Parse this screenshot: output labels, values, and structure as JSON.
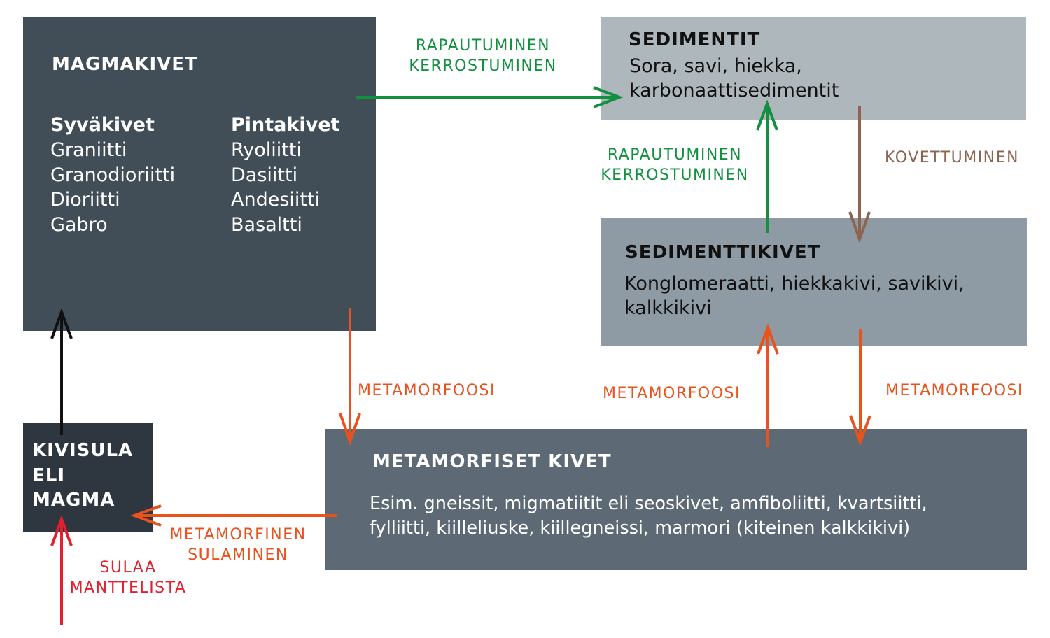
{
  "colors": {
    "green": "#119140",
    "brown": "#8c6450",
    "orange": "#e9511d",
    "red": "#e31e2d"
  },
  "magmakivet": {
    "title": "MAGMAKIVET",
    "deep": {
      "heading": "Syväkivet",
      "items": [
        "Graniitti",
        "Granodioriitti",
        "Dioriitti",
        "Gabro"
      ]
    },
    "surface": {
      "heading": "Pintakivet",
      "items": [
        "Ryoliitti",
        "Dasiitti",
        "Andesiitti",
        "Basaltti"
      ]
    }
  },
  "sedimentit": {
    "title": "SEDIMENTIT",
    "line1": "Sora, savi, hiekka,",
    "line2": "karbonaattisedimentit"
  },
  "sedimenttikivet": {
    "title": "SEDIMENTTIKIVET",
    "line1": "Konglomeraatti, hiekkakivi, savikivi,",
    "line2": "kalkkikivi"
  },
  "metamorfiset": {
    "title": "METAMORFISET KIVET",
    "line1": "Esim. gneissit, migmatiitit eli seoskivet, amfiboliitti, kvartsiitti,",
    "line2": "fylliitti, kiilleliuske, kiillegneissi, marmori (kiteinen kalkkikivi)"
  },
  "kivisula": {
    "line1": "KIVISULA",
    "line2": "ELI",
    "line3": "MAGMA"
  },
  "labels": {
    "weathering_top": [
      "RAPAUTUMINEN",
      "KERROSTUMINEN"
    ],
    "weathering_mid": [
      "RAPAUTUMINEN",
      "KERROSTUMINEN"
    ],
    "hardening": "KOVETTUMINEN",
    "meta_left": "METAMORFOOSI",
    "meta_mid": "METAMORFOOSI",
    "meta_right": "METAMORFOOSI",
    "melting": [
      "METAMORFINEN",
      "SULAMINEN"
    ],
    "mantle": [
      "SULAA",
      "MANTTELISTA"
    ]
  }
}
